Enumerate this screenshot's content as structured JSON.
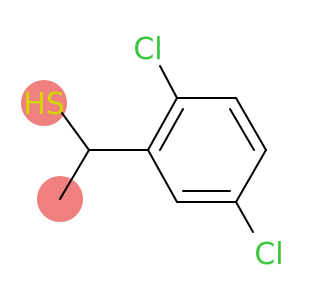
{
  "molecule": {
    "atoms": {
      "cl_top": {
        "label": "Cl",
        "color": "#3cc63c"
      },
      "cl_bottom": {
        "label": "Cl",
        "color": "#3cc63c"
      },
      "sh": {
        "label": "HS",
        "color": "#d4d400"
      }
    },
    "highlight_color": "#f08080",
    "bond_color": "#000000"
  }
}
